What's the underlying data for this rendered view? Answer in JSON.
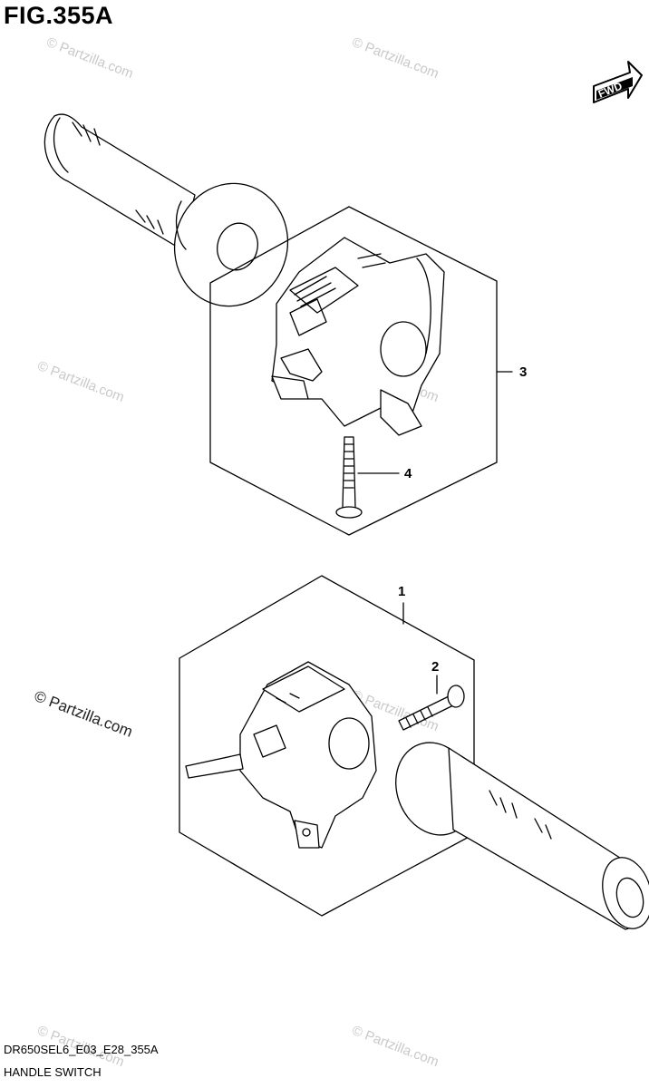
{
  "header": {
    "figure": "FIG.355A"
  },
  "direction": {
    "label": "FWD"
  },
  "callouts": [
    {
      "id": "1",
      "label": "1"
    },
    {
      "id": "2",
      "label": "2"
    },
    {
      "id": "3",
      "label": "3"
    },
    {
      "id": "4",
      "label": "4"
    }
  ],
  "footer": {
    "model_code": "DR650SEL6_E03_E28_355A",
    "title": "HANDLE SWITCH"
  },
  "watermarks": {
    "text": "© Partzilla.com",
    "copyright": "© Partzilla.com"
  },
  "colors": {
    "line": "#000000",
    "watermark": "#c9c9c9"
  },
  "icons": [
    "fwd-arrow-icon",
    "left-grip",
    "right-grip",
    "left-switch-assembly",
    "right-switch-assembly",
    "screw",
    "bolt"
  ]
}
